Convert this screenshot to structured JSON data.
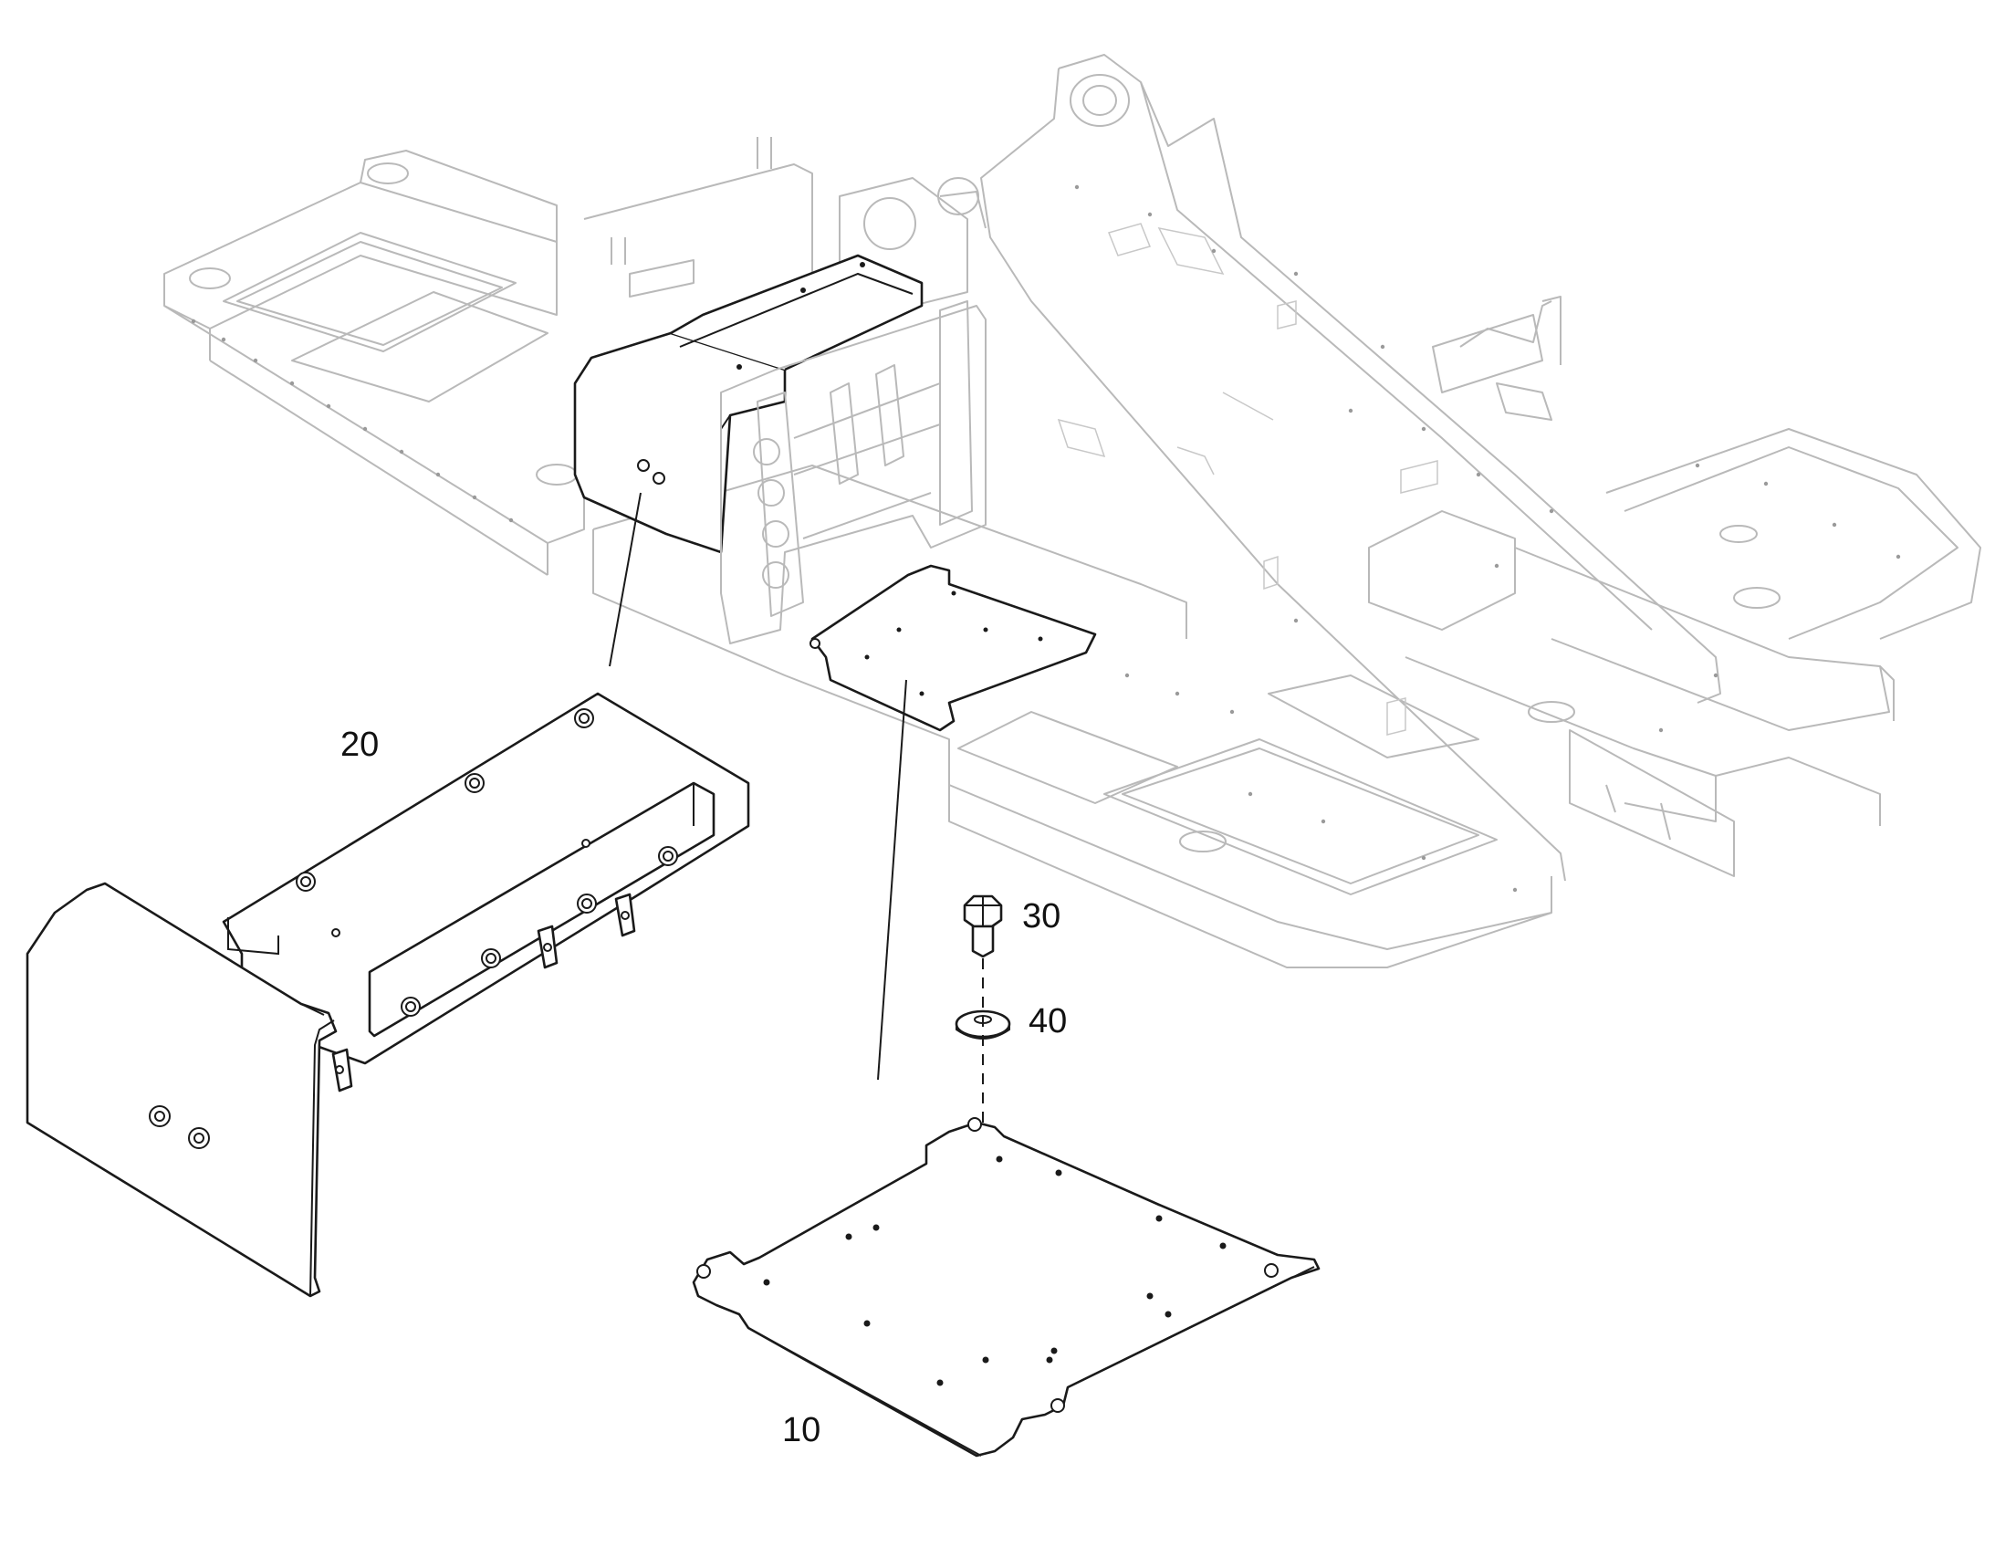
{
  "figure": {
    "callouts": [
      {
        "id": "20",
        "text": "20"
      },
      {
        "id": "10",
        "text": "10"
      },
      {
        "id": "30",
        "text": "30"
      },
      {
        "id": "40",
        "text": "40"
      }
    ],
    "colors": {
      "part_line": "#1a1a1a",
      "frame_line": "#b9b9b9",
      "background": "#ffffff"
    }
  }
}
